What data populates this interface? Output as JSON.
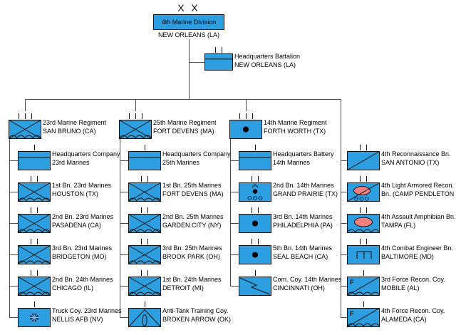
{
  "division": {
    "echelon": "X X",
    "name": "4th Marine Division",
    "location": "NEW ORLEANS (LA)"
  },
  "hq_battalion": {
    "line1": "Headquarters Battalion",
    "line2": "NEW ORLEANS (LA)",
    "symbol": "headquarters",
    "ticks": 2
  },
  "columns": [
    {
      "units": [
        {
          "line1": "23rd Marine Regiment",
          "line2": "SAN BRUNO (CA)",
          "symbol": "infantry-reserve",
          "ticks": 3
        },
        {
          "line1": "Headquarters Company",
          "line2": "23rd Marines",
          "symbol": "headquarters",
          "ticks": 1
        },
        {
          "line1": "1st Bn. 23rd Marines",
          "line2": "HOUSTON (TX)",
          "symbol": "infantry-reserve",
          "ticks": 2
        },
        {
          "line1": "2nd Bn. 23rd Marines",
          "line2": "PASADENA (CA)",
          "symbol": "infantry-reserve",
          "ticks": 2
        },
        {
          "line1": "3rd Bn. 23rd Marines",
          "line2": "BRIDGETON (MO)",
          "symbol": "infantry-reserve",
          "ticks": 2
        },
        {
          "line1": "2nd Bn. 24th Marines",
          "line2": "CHICAGO (IL)",
          "symbol": "infantry-reserve",
          "ticks": 2
        },
        {
          "line1": "Truck Coy. 23rd Marines",
          "line2": "NELLIS AFB (NV)",
          "symbol": "truck",
          "ticks": 1
        }
      ]
    },
    {
      "units": [
        {
          "line1": "25th Marine Regiment",
          "line2": "FORT DEVENS (MA)",
          "symbol": "infantry-reserve",
          "ticks": 3
        },
        {
          "line1": "Headquarters Company",
          "line2": "25th Marines",
          "symbol": "headquarters",
          "ticks": 1
        },
        {
          "line1": "1st Bn. 25th Marines",
          "line2": "FORT DEVENS (MA)",
          "symbol": "infantry-reserve",
          "ticks": 2
        },
        {
          "line1": "2nd Bn. 25th Marines",
          "line2": "GARDEN CITY (NY)",
          "symbol": "infantry-reserve",
          "ticks": 2
        },
        {
          "line1": "3rd Bn. 25th Marines",
          "line2": "BROOK PARK (OH)",
          "symbol": "infantry-reserve",
          "ticks": 2
        },
        {
          "line1": "1st Bn. 24th Marines",
          "line2": "DETROIT (MI)",
          "symbol": "infantry-reserve",
          "ticks": 2
        },
        {
          "line1": "Anti-Tank Training Coy.",
          "line2": "BROKEN ARROW (OK)",
          "symbol": "anti-tank-training",
          "ticks": 1
        }
      ]
    },
    {
      "units": [
        {
          "line1": "14th Marine Regiment",
          "line2": "FORTH WORTH (TX)",
          "symbol": "artillery",
          "ticks": 3
        },
        {
          "line1": "Headquarters Battery",
          "line2": "14th Marines",
          "symbol": "headquarters",
          "ticks": 1
        },
        {
          "line1": "2nd Bn. 14th Marines",
          "line2": "GRAND PRAIRIE (TX)",
          "symbol": "artillery-towed",
          "ticks": 2
        },
        {
          "line1": "3rd Bn. 14th Marines",
          "line2": "PHILADELPHIA (PA)",
          "symbol": "artillery",
          "ticks": 2
        },
        {
          "line1": "5th Bn. 14th Marines",
          "line2": "SEAL BEACH (CA)",
          "symbol": "artillery",
          "ticks": 2
        },
        {
          "line1": "Com. Coy. 14th Marines",
          "line2": "CINCINNATI (OH)",
          "symbol": "communications",
          "ticks": 1
        }
      ]
    },
    {
      "units": [
        {
          "line1": "4th Reconnaissance Bn.",
          "line2": "SAN ANTONIO (TX)",
          "symbol": "recon",
          "ticks": 2
        },
        {
          "line1": "4th Light Armored Recon.",
          "line2": "Bn. (CAMP PENDLETON",
          "symbol": "light-armored-recon",
          "ticks": 2
        },
        {
          "line1": "4th Assault Amphibian Bn.",
          "line2": "TAMPA (FL)",
          "symbol": "assault-amphibian",
          "ticks": 2
        },
        {
          "line1": "4th Combat Engineer Bn.",
          "line2": "BALTIMORE (MD)",
          "symbol": "combat-engineer",
          "ticks": 2
        },
        {
          "line1": "3rd Force Recon. Coy.",
          "line2": "MOBILE (AL)",
          "symbol": "force-recon",
          "ticks": 1
        },
        {
          "line1": "4th Force Recon. Coy.",
          "line2": "ALAMEDA (CA)",
          "symbol": "force-recon",
          "ticks": 1
        }
      ]
    }
  ],
  "colors": {
    "unit_fill": "#2D9EE0",
    "oval_fill": "#F08080",
    "symbol_stroke": "#111111",
    "wheel_fill": "#15406F",
    "connector": "#4d4d4d"
  }
}
